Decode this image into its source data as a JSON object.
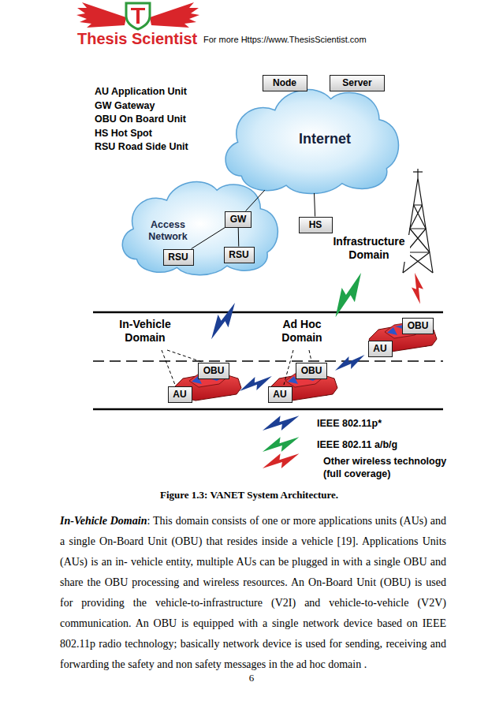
{
  "diagram": {
    "caption": "Figure 1.3: VANET System Architecture.",
    "nodes": [
      {
        "text": [
          "Node"
        ]
      },
      {
        "text": [
          "Server"
        ]
      },
      {
        "text": [
          "Internet"
        ]
      },
      {
        "text": [
          "Access Network"
        ]
      },
      {
        "text": [
          "GW"
        ],
        "in": 3
      },
      {
        "text": [
          "RSU"
        ],
        "in": 3
      },
      {
        "text": [
          "RSU"
        ],
        "in": 3
      },
      {
        "text": [
          "HS"
        ]
      },
      {
        "text": [
          "OBU"
        ]
      },
      {
        "text": [
          "AU"
        ]
      },
      {
        "text": [
          "OBU"
        ]
      },
      {
        "text": [
          "AU"
        ]
      },
      {
        "text": [
          "OBU"
        ]
      },
      {
        "text": [
          "AU"
        ]
      }
    ],
    "edges": [
      {
        "from": 4,
        "to": 2,
        "arrow": "none"
      },
      {
        "from": 4,
        "to": 5,
        "arrow": "none"
      },
      {
        "from": 4,
        "to": 6,
        "arrow": "none"
      },
      {
        "from": 7,
        "to": 2,
        "arrow": "none"
      }
    ],
    "labels": [
      "Thesis Scientist",
      "For more Https://www.ThesisScientist.com",
      "AU Application Unit",
      "GW Gateway",
      "OBU On Board Unit",
      "HS Hot Spot",
      "RSU Road Side Unit",
      "Infrastructure Domain",
      "In-Vehicle Domain",
      "Ad Hoc Domain",
      "In-Vehicle Domain",
      ": This domain consists of one or more applications units (AUs) and a single On-Board Unit (OBU) that resides inside a vehicle [19]. Applications Units (AUs) is an in- vehicle entity, multiple AUs can be plugged in with a single OBU and share the OBU processing and wireless resources. An On-Board Unit (OBU) is used for providing the vehicle-to-infrastructure (V2I) and vehicle-to-vehicle (V2V) communication. An OBU is equipped with a single network device based on IEEE 802.11p radio technology; basically network device is used for sending, receiving and forwarding the safety and non safety messages in the ad hoc domain .",
      "6"
    ],
    "legend": [
      {
        "text": "IEEE 802.11p*"
      },
      {
        "text": "IEEE 802.11 a/b/g"
      },
      {
        "text": "Other wireless technology (full coverage)"
      }
    ]
  }
}
